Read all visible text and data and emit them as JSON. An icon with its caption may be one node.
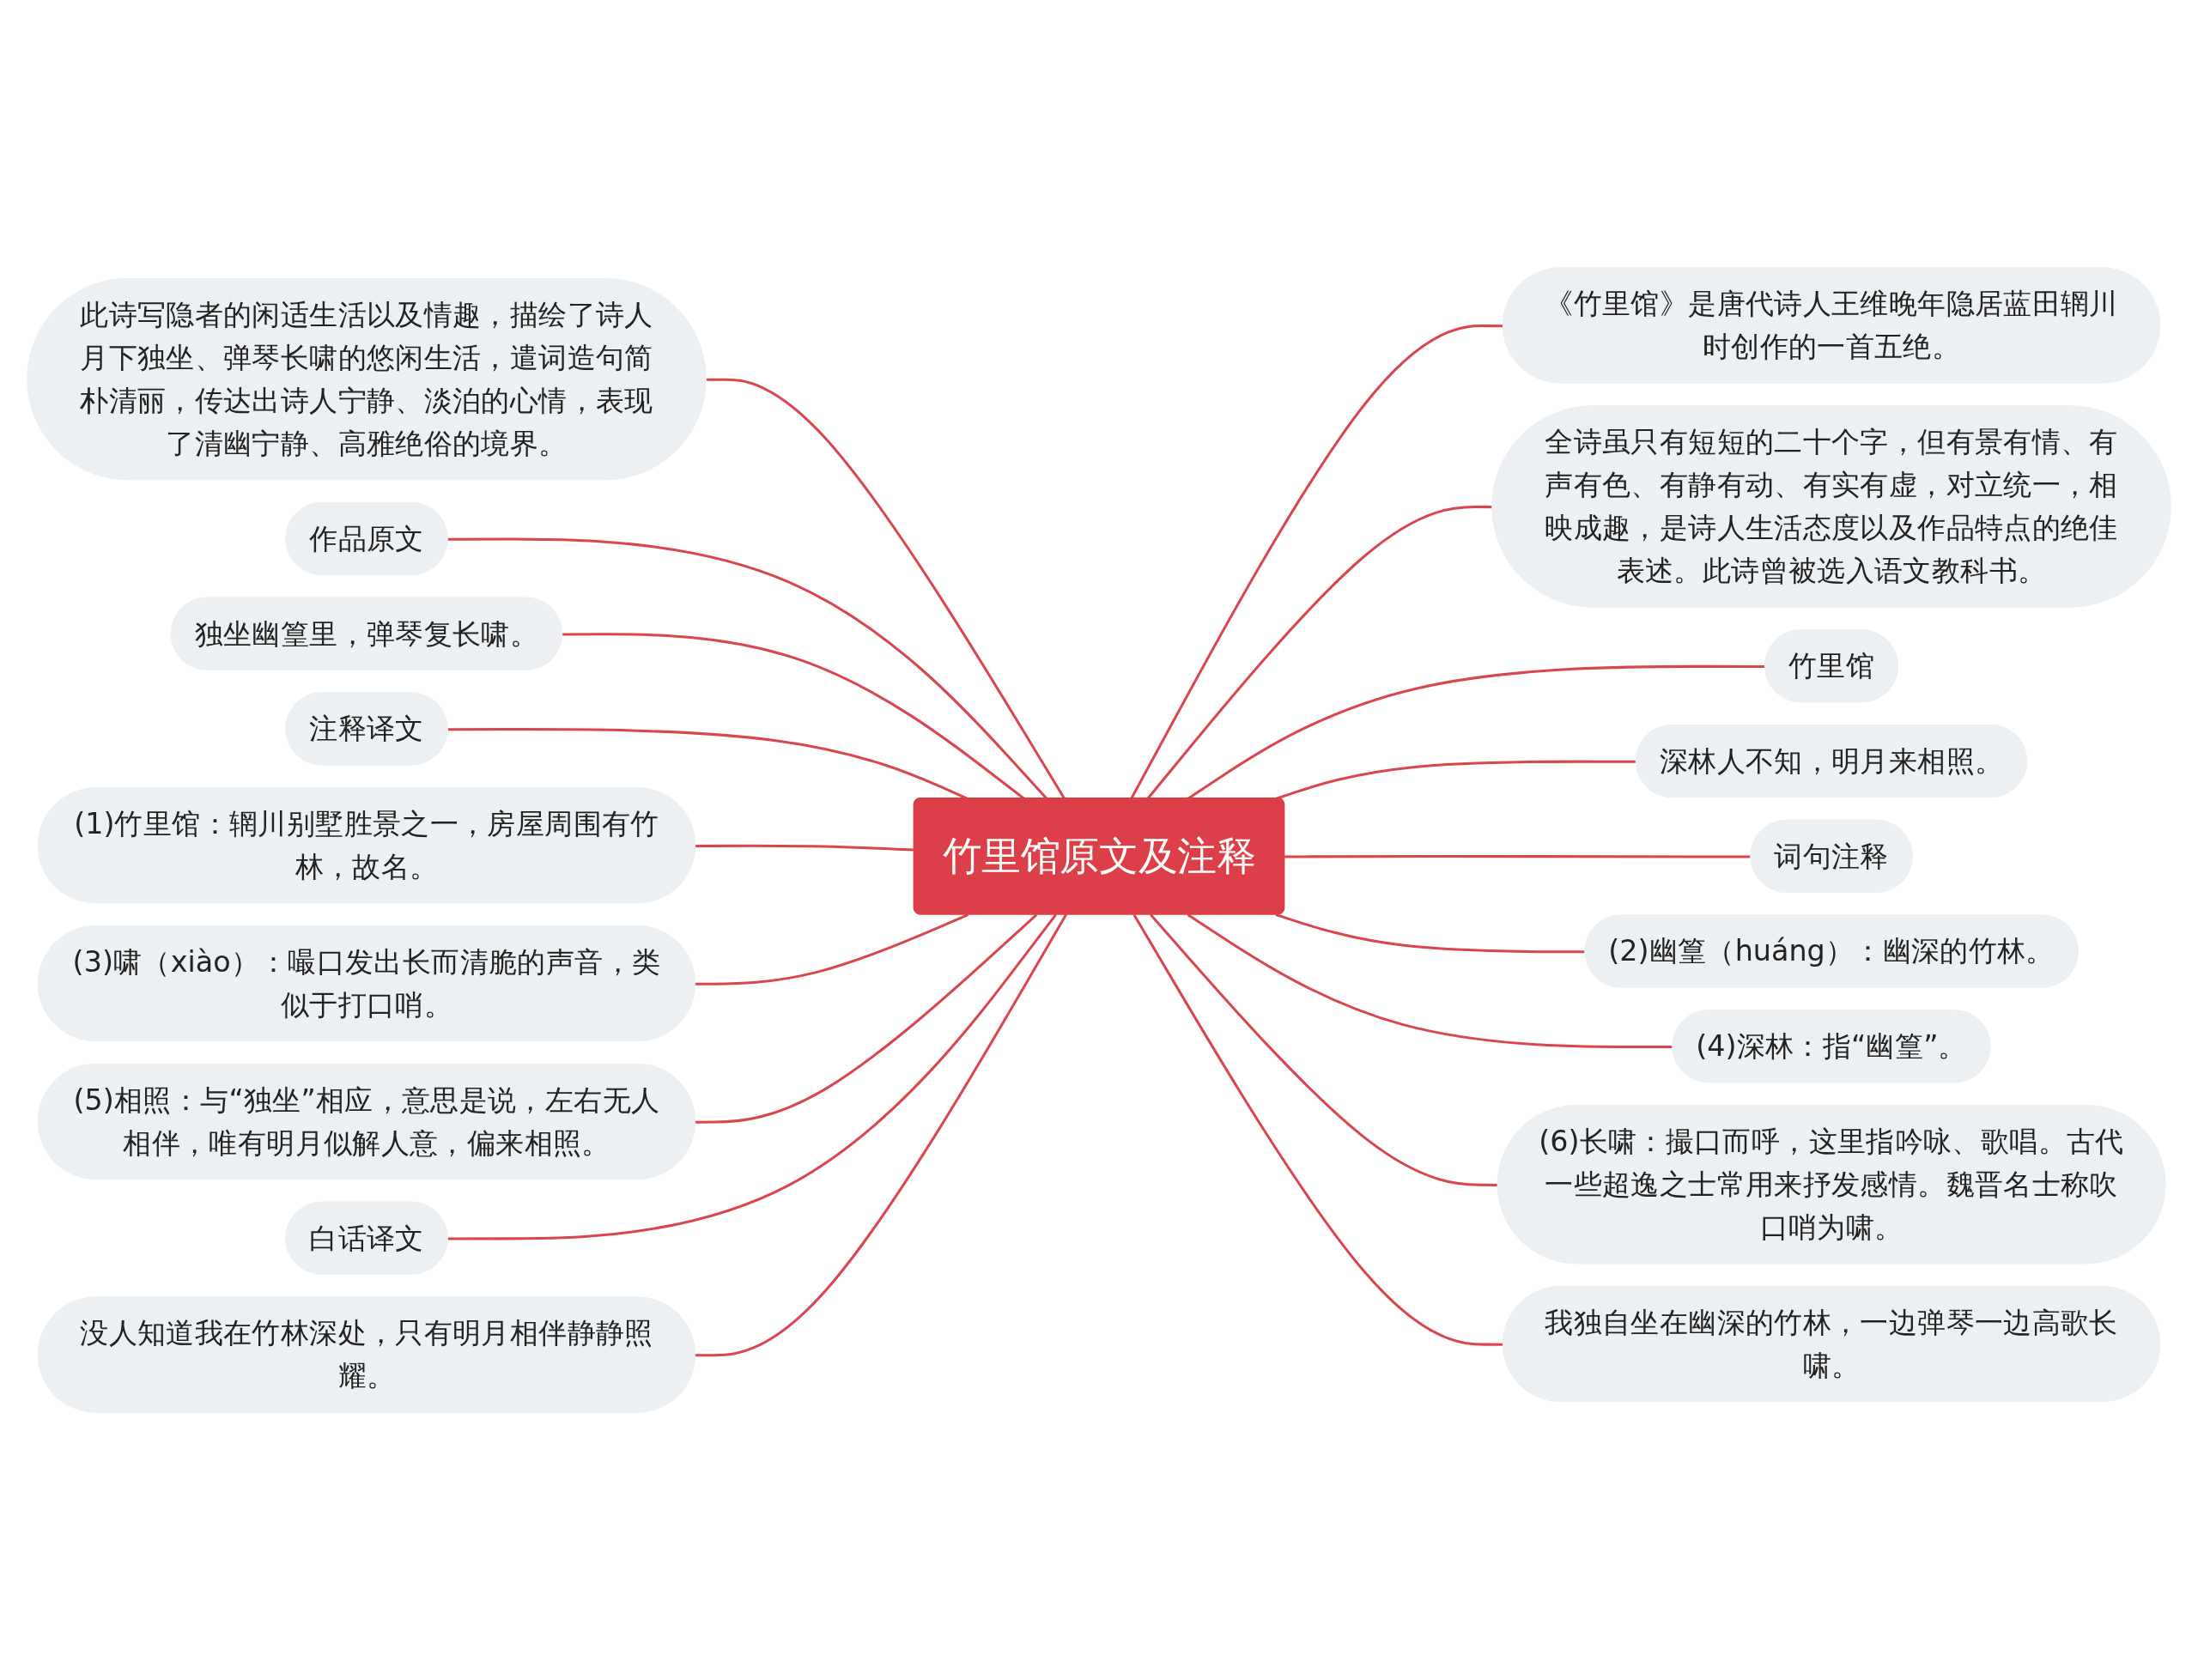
{
  "diagram": {
    "nodes": [
      {
        "text": [
          "竹里馆原文及注释"
        ]
      },
      {
        "text": [
          "此诗写隐者的闲适生活以及情趣，描绘了诗人月下独坐、弹琴长啸的悠闲生活，遣词造句简朴清丽，传达出诗人宁静、淡泊的心情，表现了清幽宁静、高雅绝俗的境界。"
        ]
      },
      {
        "text": [
          "作品原文"
        ]
      },
      {
        "text": [
          "独坐幽篁里，弹琴复长啸。"
        ]
      },
      {
        "text": [
          "注释译文"
        ]
      },
      {
        "text": [
          "(1)竹里馆：辋川别墅胜景之一，房屋周围有竹林，故名。"
        ]
      },
      {
        "text": [
          "(3)啸（xiào）：嘬口发出长而清脆的声音，类似于打口哨。"
        ]
      },
      {
        "text": [
          "(5)相照：与“独坐”相应，意思是说，左右无人相伴，唯有明月似解人意，偏来相照。"
        ]
      },
      {
        "text": [
          "白话译文"
        ]
      },
      {
        "text": [
          "没人知道我在竹林深处，只有明月相伴静静照耀。"
        ]
      },
      {
        "text": [
          "《竹里馆》是唐代诗人王维晚年隐居蓝田辋川时创作的一首五绝。"
        ]
      },
      {
        "text": [
          "全诗虽只有短短的二十个字，但有景有情、有声有色、有静有动、有实有虚，对立统一，相映成趣，是诗人生活态度以及作品特点的绝佳表述。此诗曾被选入语文教科书。"
        ]
      },
      {
        "text": [
          "竹里馆"
        ]
      },
      {
        "text": [
          "深林人不知，明月来相照。"
        ]
      },
      {
        "text": [
          "词句注释"
        ]
      },
      {
        "text": [
          "(2)幽篁（huáng）：幽深的竹林。"
        ]
      },
      {
        "text": [
          "(4)深林：指“幽篁”。"
        ]
      },
      {
        "text": [
          "(6)长啸：撮口而呼，这里指吟咏、歌唱。古代一些超逸之士常用来抒发感情。魏晋名士称吹口哨为啸。"
        ]
      },
      {
        "text": [
          "我独自坐在幽深的竹林，一边弹琴一边高歌长啸。"
        ]
      }
    ],
    "edges": [
      {
        "from": 0,
        "to": 1,
        "arrow": "none"
      },
      {
        "from": 0,
        "to": 2,
        "arrow": "none"
      },
      {
        "from": 0,
        "to": 3,
        "arrow": "none"
      },
      {
        "from": 0,
        "to": 4,
        "arrow": "none"
      },
      {
        "from": 0,
        "to": 5,
        "arrow": "none"
      },
      {
        "from": 0,
        "to": 6,
        "arrow": "none"
      },
      {
        "from": 0,
        "to": 7,
        "arrow": "none"
      },
      {
        "from": 0,
        "to": 8,
        "arrow": "none"
      },
      {
        "from": 0,
        "to": 9,
        "arrow": "none"
      },
      {
        "from": 0,
        "to": 10,
        "arrow": "none"
      },
      {
        "from": 0,
        "to": 11,
        "arrow": "none"
      },
      {
        "from": 0,
        "to": 12,
        "arrow": "none"
      },
      {
        "from": 0,
        "to": 13,
        "arrow": "none"
      },
      {
        "from": 0,
        "to": 14,
        "arrow": "none"
      },
      {
        "from": 0,
        "to": 15,
        "arrow": "none"
      },
      {
        "from": 0,
        "to": 16,
        "arrow": "none"
      },
      {
        "from": 0,
        "to": 17,
        "arrow": "none"
      },
      {
        "from": 0,
        "to": 18,
        "arrow": "none"
      }
    ]
  }
}
